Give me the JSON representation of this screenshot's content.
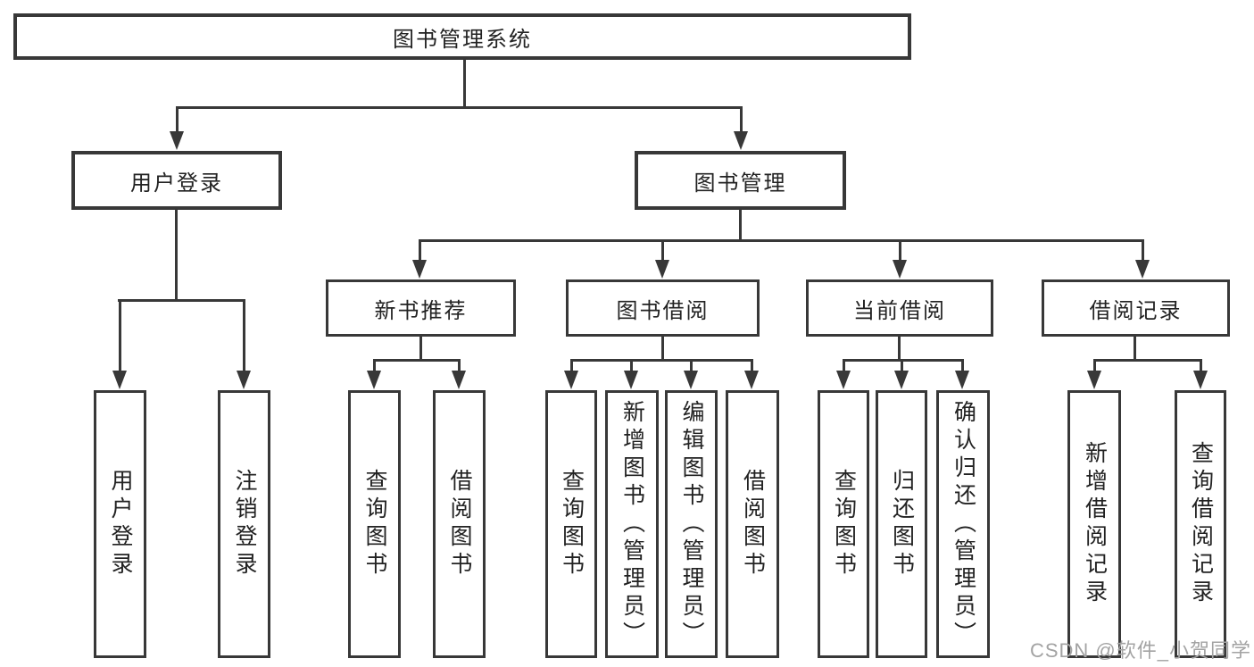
{
  "colors": {
    "background": "#ffffff",
    "line": "#383838",
    "box_border": "#383838",
    "box_fill": "#ffffff",
    "text": "#222222",
    "watermark": "#a3a3a3"
  },
  "diagram": {
    "tree": {
      "label": "图书管理系统",
      "children": [
        {
          "label": "用户登录",
          "children": [
            {
              "label": "用户登录"
            },
            {
              "label": "注销登录"
            }
          ]
        },
        {
          "label": "图书管理",
          "children": [
            {
              "label": "新书推荐",
              "children": [
                {
                  "label": "查询图书"
                },
                {
                  "label": "借阅图书"
                }
              ]
            },
            {
              "label": "图书借阅",
              "children": [
                {
                  "label": "查询图书"
                },
                {
                  "label": "新增图书（管理员）"
                },
                {
                  "label": "编辑图书（管理员）"
                },
                {
                  "label": "借阅图书"
                }
              ]
            },
            {
              "label": "当前借阅",
              "children": [
                {
                  "label": "查询图书"
                },
                {
                  "label": "归还图书"
                },
                {
                  "label": "确认归还（管理员）"
                }
              ]
            },
            {
              "label": "借阅记录",
              "children": [
                {
                  "label": "新增借阅记录"
                },
                {
                  "label": "查询借阅记录"
                }
              ]
            }
          ]
        }
      ]
    }
  },
  "watermark": {
    "text": "CSDN @软件_小贺同学"
  }
}
